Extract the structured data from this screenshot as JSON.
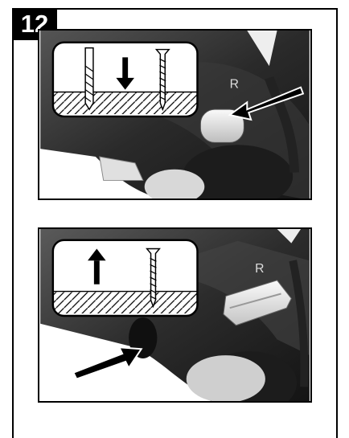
{
  "step": {
    "number": "12"
  },
  "panel_1": {
    "direction": "forward",
    "switch_label": "R",
    "inset_arrow": "down",
    "icons": [
      "drill-bit-icon",
      "screw-icon",
      "arrow-down-icon"
    ]
  },
  "panel_2": {
    "direction": "reverse",
    "switch_label": "R",
    "inset_arrow": "up",
    "icons": [
      "screw-icon",
      "arrow-up-icon"
    ]
  },
  "colors": {
    "ink": "#000000",
    "paper": "#ffffff",
    "tool_body": "#2f2f2f",
    "switch": "#e9e9e9"
  }
}
